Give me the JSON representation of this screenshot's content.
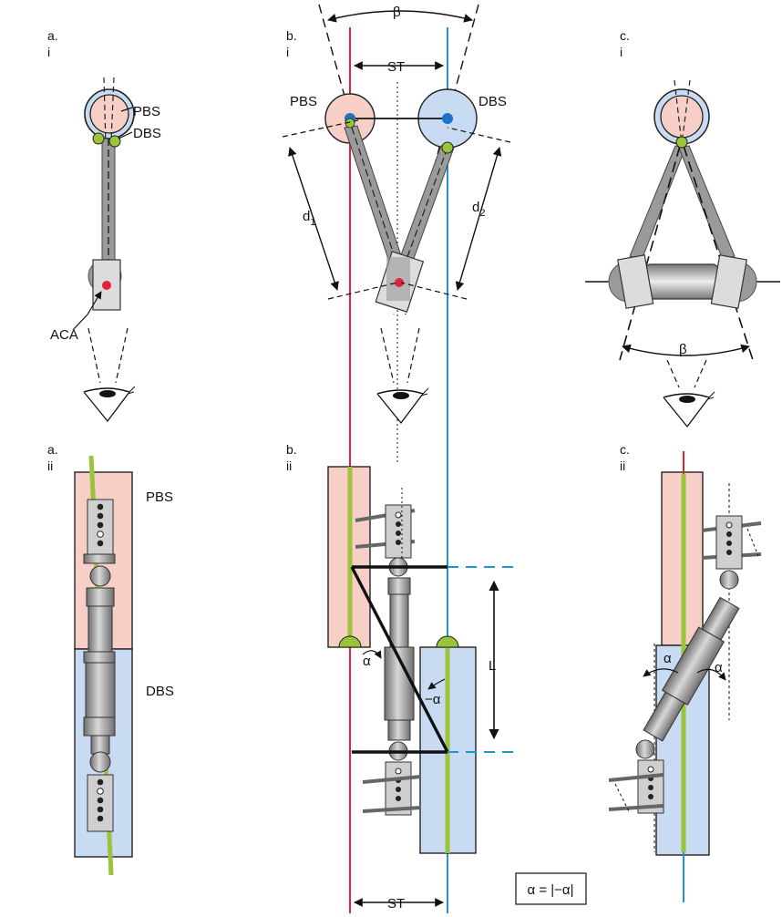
{
  "panels": {
    "a_i": {
      "letter": "a.",
      "roman": "i"
    },
    "b_i": {
      "letter": "b.",
      "roman": "i"
    },
    "c_i": {
      "letter": "c.",
      "roman": "i"
    },
    "a_ii": {
      "letter": "a.",
      "roman": "ii"
    },
    "b_ii": {
      "letter": "b.",
      "roman": "ii"
    },
    "c_ii": {
      "letter": "c.",
      "roman": "ii"
    }
  },
  "labels": {
    "pbs": "PBS",
    "dbs": "DBS",
    "aca": "ACA",
    "beta": "β",
    "st": "ST",
    "d": "d",
    "d1_sub": "1",
    "d2_sub": "2",
    "alpha": "α",
    "neg_alpha": "−α",
    "length": "L",
    "formula": "α = |−α|"
  },
  "colors": {
    "proximal_fill": "#f7cfc6",
    "distal_fill": "#c9dbf2",
    "red_axis": "#e0223a",
    "blue_axis": "#1f95d2",
    "green_axis": "#9bc43a",
    "hinge_fill": "#e0223a",
    "center_dot": "#1a73c8",
    "frame_gray": "#9a9a9a"
  }
}
